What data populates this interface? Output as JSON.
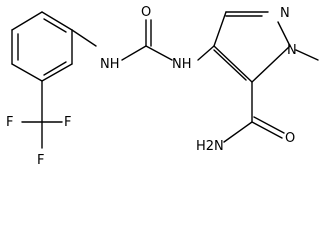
{
  "molecule": {
    "atoms": {
      "n_ring_top": "N",
      "n_ring_methyl": "N",
      "methyl": "",
      "o_urea": "O",
      "nh_left": "NH",
      "nh_right": "NH",
      "o_amide": "O",
      "nh2_amide": "H2N",
      "f_top": "F",
      "f_left": "F",
      "f_bottom": "F"
    },
    "colors": {
      "bond": "#000000",
      "label": "#000000",
      "background": "#ffffff"
    }
  }
}
